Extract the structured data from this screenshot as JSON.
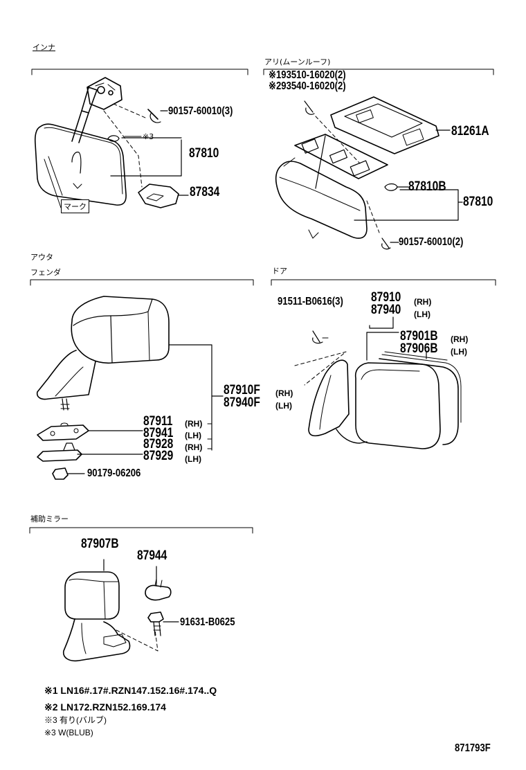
{
  "sections": {
    "inner": "インナ",
    "moonroof": "アリ(ムーンルーフ)",
    "outer": "アウタ",
    "fender": "フェンダ",
    "door": "ドア",
    "aux_mirror": "補助ミラー"
  },
  "labels": {
    "mark": "マーク",
    "note3": "※3"
  },
  "parts": {
    "p90157_3": "90157-60010(3)",
    "p87810_left": "87810",
    "p87834": "87834",
    "ref1": "※193510-16020(2)",
    "ref2": "※293540-16020(2)",
    "p81261A": "81261A",
    "p87810B": "87810B",
    "p87810_right": "87810",
    "p90157_2": "90157-60010(2)",
    "p87910F": "87910F",
    "p87940F": "87940F",
    "p87911": "87911",
    "p87941": "87941",
    "p87928": "87928",
    "p87929": "87929",
    "p90179": "90179-06206",
    "p91511": "91511-B0616(3)",
    "p87910": "87910",
    "p87940": "87940",
    "p87901B": "87901B",
    "p87906B": "87906B",
    "p87907B": "87907B",
    "p87944": "87944",
    "p91631": "91631-B0625"
  },
  "sides": {
    "rh": "(RH)",
    "lh": "(LH)"
  },
  "notes": {
    "n1": "※1 LN16#.17#.RZN147.152.16#.174..Q",
    "n2": "※2 LN172.RZN152.169.174",
    "n3a": "※3 有り(バルブ)",
    "n3b": "※3 W(BLUB)"
  },
  "figure_id": "871793F"
}
